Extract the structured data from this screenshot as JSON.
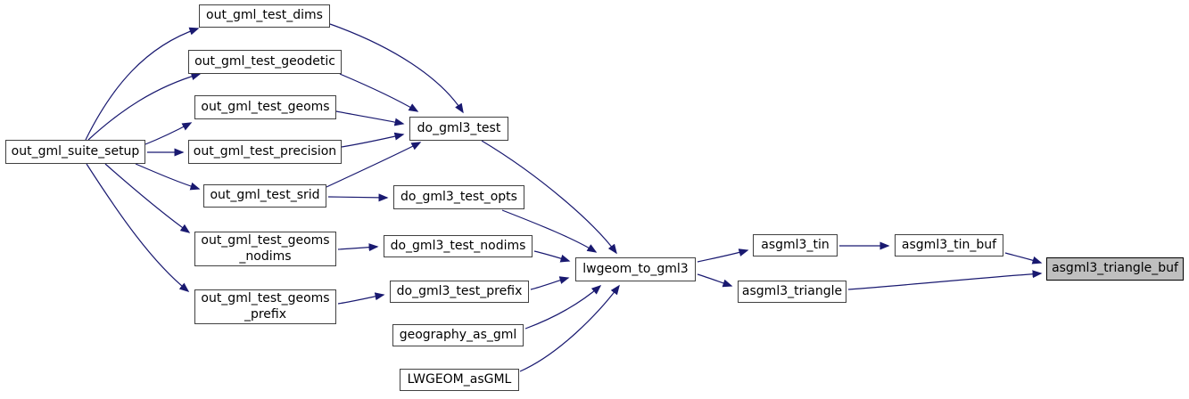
{
  "diagram": {
    "type": "call-graph",
    "colors": {
      "background": "#ffffff",
      "edge": "#191970",
      "node_border": "#404040",
      "node_fill": "#ffffff",
      "highlight_fill": "#bfbfbf"
    },
    "nodes": [
      {
        "id": "out_gml_suite_setup",
        "label": "out_gml_suite_setup"
      },
      {
        "id": "out_gml_test_dims",
        "label": "out_gml_test_dims"
      },
      {
        "id": "out_gml_test_geodetic",
        "label": "out_gml_test_geodetic"
      },
      {
        "id": "out_gml_test_geoms",
        "label": "out_gml_test_geoms"
      },
      {
        "id": "out_gml_test_precision",
        "label": "out_gml_test_precision"
      },
      {
        "id": "out_gml_test_srid",
        "label": "out_gml_test_srid"
      },
      {
        "id": "out_gml_test_geoms_nodims",
        "label": "out_gml_test_geoms\n_nodims"
      },
      {
        "id": "out_gml_test_geoms_prefix",
        "label": "out_gml_test_geoms\n_prefix"
      },
      {
        "id": "do_gml3_test",
        "label": "do_gml3_test"
      },
      {
        "id": "do_gml3_test_opts",
        "label": "do_gml3_test_opts"
      },
      {
        "id": "do_gml3_test_nodims",
        "label": "do_gml3_test_nodims"
      },
      {
        "id": "do_gml3_test_prefix",
        "label": "do_gml3_test_prefix"
      },
      {
        "id": "geography_as_gml",
        "label": "geography_as_gml"
      },
      {
        "id": "LWGEOM_asGML",
        "label": "LWGEOM_asGML"
      },
      {
        "id": "lwgeom_to_gml3",
        "label": "lwgeom_to_gml3"
      },
      {
        "id": "asgml3_tin",
        "label": "asgml3_tin"
      },
      {
        "id": "asgml3_tin_buf",
        "label": "asgml3_tin_buf"
      },
      {
        "id": "asgml3_triangle",
        "label": "asgml3_triangle"
      },
      {
        "id": "asgml3_triangle_buf",
        "label": "asgml3_triangle_buf",
        "highlighted": true
      }
    ],
    "edges": [
      {
        "from": "out_gml_suite_setup",
        "to": "out_gml_test_dims"
      },
      {
        "from": "out_gml_suite_setup",
        "to": "out_gml_test_geodetic"
      },
      {
        "from": "out_gml_suite_setup",
        "to": "out_gml_test_geoms"
      },
      {
        "from": "out_gml_suite_setup",
        "to": "out_gml_test_precision"
      },
      {
        "from": "out_gml_suite_setup",
        "to": "out_gml_test_srid"
      },
      {
        "from": "out_gml_suite_setup",
        "to": "out_gml_test_geoms_nodims"
      },
      {
        "from": "out_gml_suite_setup",
        "to": "out_gml_test_geoms_prefix"
      },
      {
        "from": "out_gml_test_dims",
        "to": "do_gml3_test"
      },
      {
        "from": "out_gml_test_geodetic",
        "to": "do_gml3_test"
      },
      {
        "from": "out_gml_test_geoms",
        "to": "do_gml3_test"
      },
      {
        "from": "out_gml_test_precision",
        "to": "do_gml3_test"
      },
      {
        "from": "out_gml_test_srid",
        "to": "do_gml3_test"
      },
      {
        "from": "out_gml_test_srid",
        "to": "do_gml3_test_opts"
      },
      {
        "from": "out_gml_test_geoms_nodims",
        "to": "do_gml3_test_nodims"
      },
      {
        "from": "out_gml_test_geoms_prefix",
        "to": "do_gml3_test_prefix"
      },
      {
        "from": "do_gml3_test",
        "to": "lwgeom_to_gml3"
      },
      {
        "from": "do_gml3_test_opts",
        "to": "lwgeom_to_gml3"
      },
      {
        "from": "do_gml3_test_nodims",
        "to": "lwgeom_to_gml3"
      },
      {
        "from": "do_gml3_test_prefix",
        "to": "lwgeom_to_gml3"
      },
      {
        "from": "geography_as_gml",
        "to": "lwgeom_to_gml3"
      },
      {
        "from": "LWGEOM_asGML",
        "to": "lwgeom_to_gml3"
      },
      {
        "from": "lwgeom_to_gml3",
        "to": "asgml3_tin"
      },
      {
        "from": "lwgeom_to_gml3",
        "to": "asgml3_triangle"
      },
      {
        "from": "asgml3_tin",
        "to": "asgml3_tin_buf"
      },
      {
        "from": "asgml3_tin_buf",
        "to": "asgml3_triangle_buf"
      },
      {
        "from": "asgml3_triangle",
        "to": "asgml3_triangle_buf"
      }
    ]
  }
}
